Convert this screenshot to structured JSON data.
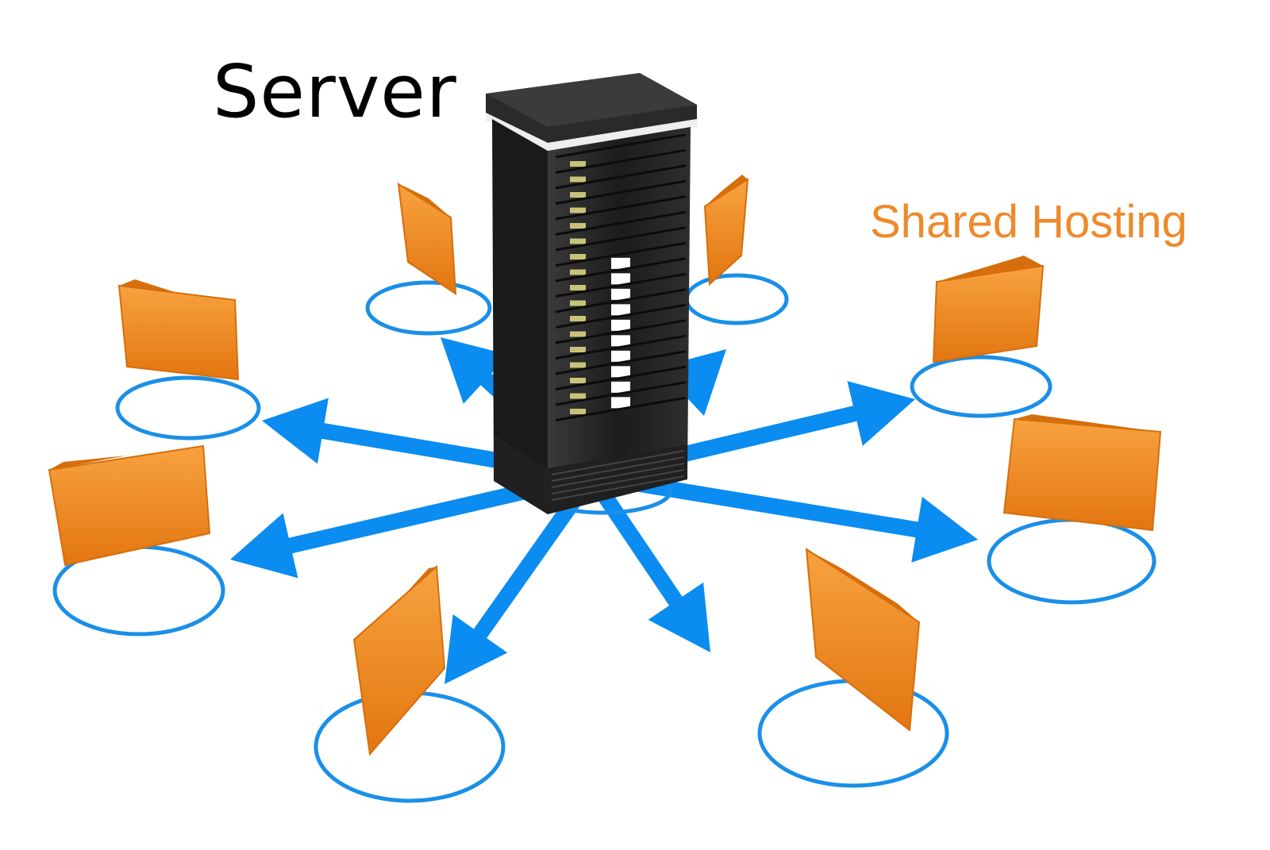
{
  "diagram": {
    "server_label": "Server",
    "shared_hosting_label": "Shared Hosting",
    "colors": {
      "arrow": "#0a8cf0",
      "ring": "#1a8fe8",
      "folder": "#f28a1e",
      "folder_dark": "#d66e0c",
      "label_orange": "#ee8a2b",
      "server_body": "#2a2a2a"
    },
    "icons": [
      "server-rack-icon",
      "folder-icon",
      "arrow-icon",
      "ring-icon"
    ],
    "folder_count": 8
  }
}
